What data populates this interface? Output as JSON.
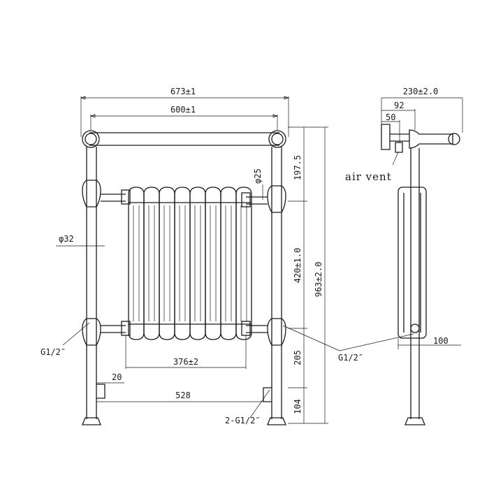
{
  "dimensions": {
    "overall_width": "673±1",
    "rail_width": "600±1",
    "side_depth": "230±2.0",
    "wall_to_center": "92",
    "bracket_offset": "50",
    "top_offset": "197.5",
    "pipe_diameter_small": "φ25",
    "pipe_diameter_leg": "φ32",
    "column_height": "420±1.0",
    "overall_height": "963±2.0",
    "valve_centers": "376±2",
    "bottom_to_floor": "205",
    "foot_height": "104",
    "inlet_spacing": "528",
    "inlet_offset": "20",
    "side_bottom": "100"
  },
  "labels": {
    "air_vent": "air vent",
    "thread_left": "G1/2″",
    "thread_right": "G1/2″",
    "thread_inlets": "2-G1/2″"
  }
}
